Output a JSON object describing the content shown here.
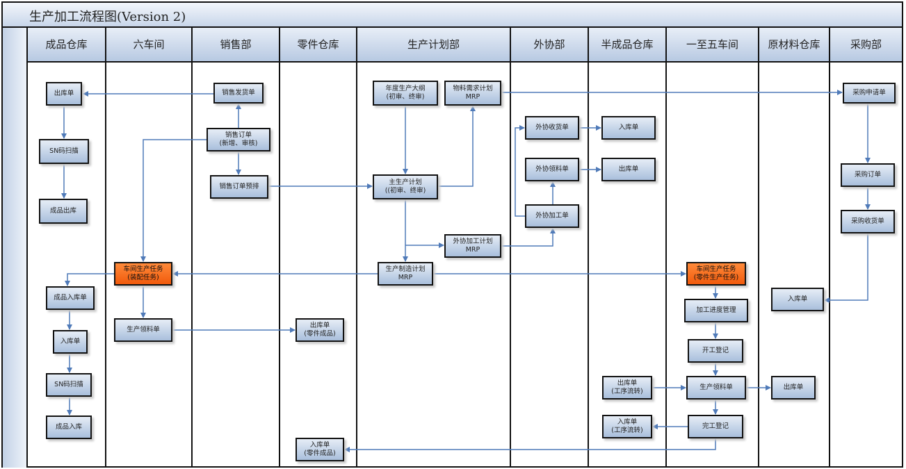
{
  "title": "生产加工流程图(Version 2)",
  "lanes": [
    "成品仓库",
    "六车间",
    "销售部",
    "零件仓库",
    "生产计划部",
    "外协部",
    "半成品仓库",
    "一至五车间",
    "原材料仓库",
    "采购部"
  ],
  "boxes": {
    "fg_out": "出库单",
    "fg_sn1": "SN码扫描",
    "fg_ship": "成品出库",
    "sales_ship": "销售发货单",
    "sales_order": "销售订单",
    "sales_order2": "(新增、审核)",
    "sales_pre": "销售订单预排",
    "annual": "年度生产大纲",
    "annual2": "(初审、终审)",
    "mrp": "物料需求计划",
    "mrp2": "MRP",
    "mps": "主生产计划",
    "mps2": "((初审、终审)",
    "out_plan": "外协加工计划",
    "out_plan2": "MRP",
    "mfg_plan": "生产制造计划",
    "mfg_plan2": "MRP",
    "out_recv": "外协收货单",
    "out_pick": "外协领料单",
    "out_proc": "外协加工单",
    "semi_in": "入库单",
    "semi_out": "出库单",
    "pur_req": "采购申请单",
    "pur_order": "采购订单",
    "pur_recv": "采购收货单",
    "raw_in": "入库单",
    "task6": "车间生产任务",
    "task6b": "(装配任务)",
    "task15": "车间生产任务",
    "task15b": "(零件生产任务)",
    "fg_in_note": "成品入库单",
    "pick6": "生产领料单",
    "parts_out": "出库单",
    "parts_out2": "(零件成品)",
    "fg_in": "入库单",
    "fg_sn2": "SN码扫描",
    "fg_store": "成品入库",
    "progress": "加工进度管理",
    "start": "开工登记",
    "semi_out2": "出库单",
    "semi_out2b": "(工序流转)",
    "pick15": "生产领料单",
    "raw_out": "出库单",
    "semi_in2": "入库单",
    "semi_in2b": "(工序流转)",
    "finish": "完工登记",
    "parts_in": "入库单",
    "parts_in2": "(零件成品)"
  },
  "colors": {
    "arrow": "#4f7ab8",
    "box": "#b8cbe4",
    "task": "#f36d1e"
  }
}
